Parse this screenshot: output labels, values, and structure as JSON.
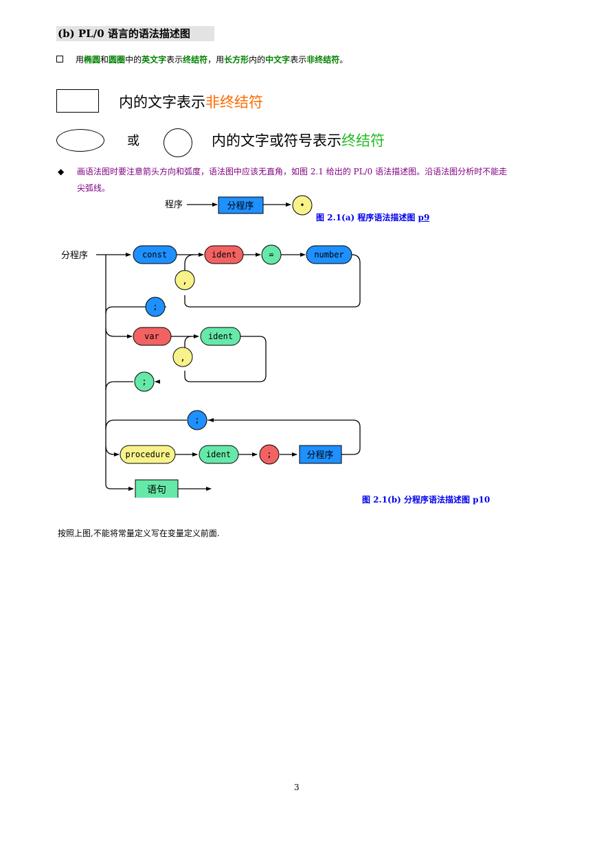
{
  "heading": "(b)    PL/0 语言的语法描述图",
  "line1": {
    "t1": "用",
    "ellipse": "椭圆",
    "t2": "和",
    "circle": "圆圈",
    "t3": "中的",
    "english": "英文字",
    "t4": "表示",
    "terminal": "终结符",
    "t5": "，用",
    "rectangle": "长方形",
    "t6": "内的",
    "chinese": "中文字",
    "t7": "表示",
    "nonterminal": "非终结符",
    "t8": "。"
  },
  "legend": {
    "rect_text": "内的文字表示",
    "rect_highlight": "非终结符",
    "or": "或",
    "ellipse_text": "内的文字或符号表示",
    "ellipse_highlight": "终结符"
  },
  "paragraph": {
    "line1": "画语法图时要注意箭头方向和弧度，语法图中应该无直角，如图  2.1 给出的 PL/0 语法描述图。沿语法图分析时不能走",
    "line2": "尖弧线。"
  },
  "figure_a": {
    "label": "程序",
    "box": "分程序",
    "dot": "•",
    "caption": "图  2.1(a)  程序语法描述图  ",
    "page_ref": "p9"
  },
  "figure_b": {
    "label": "分程序",
    "nodes": {
      "const": "const",
      "ident1": "ident",
      "equals": "=",
      "number": "number",
      "comma1": ",",
      "semi1": ";",
      "var": "var",
      "ident2": "ident",
      "comma2": ",",
      "semi2": ";",
      "semi3": ";",
      "procedure": "procedure",
      "ident3": "ident",
      "semi4": ";",
      "block": "分程序",
      "statement": "语句"
    },
    "caption": "图  2.1(b)  分程序语法描述图  p10"
  },
  "note": "按照上图,不能将常量定义写在变量定义前面.",
  "page_number": "3",
  "colors": {
    "blue": "#1e90ff",
    "red": "#f26262",
    "green": "#66e8a8",
    "yellow": "#f7f38a",
    "purple_text": "#800080",
    "caption_blue": "#0000ee"
  }
}
